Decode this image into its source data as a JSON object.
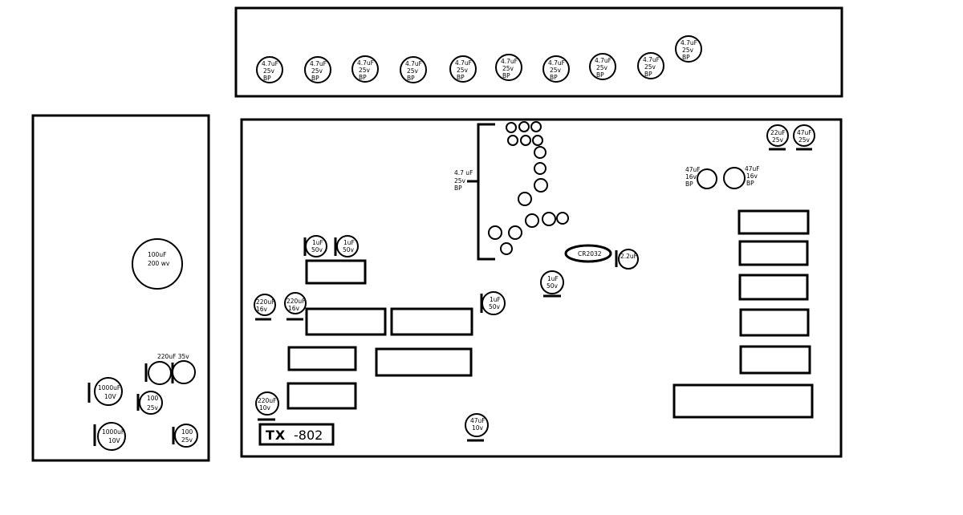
{
  "labels": {
    "top_cap": [
      "4.7uF",
      "25v",
      "BP"
    ],
    "group_cap": [
      "4.7 uF",
      "25v",
      "BP"
    ],
    "cap_100uF": [
      "100uF",
      "200 wv"
    ],
    "cap_220uF_35v": "220uF 35v",
    "cap_1000uF_a": [
      "1000uF",
      "10V"
    ],
    "cap_1000uF_b": [
      "1000uF",
      "10V"
    ],
    "cap_100_a": [
      "100",
      "25v"
    ],
    "cap_100_b": [
      "100",
      "25v"
    ],
    "cap_1uF_a": [
      "1uF",
      "50v"
    ],
    "cap_1uF_b": [
      "1uF",
      "50v"
    ],
    "cap_1uF_c": [
      "1uF",
      "50v"
    ],
    "cap_1uF_d": [
      "1uF",
      "50v"
    ],
    "cap_220uF_16v_a": [
      "220uF",
      "16v"
    ],
    "cap_220uF_16v_b": [
      "220uF",
      "16v"
    ],
    "cap_220uF_10v": [
      "220uF",
      "10v"
    ],
    "cap_47uF_10v": [
      "47uF",
      "10v"
    ],
    "cap_2_2uF": "2.2uF",
    "battery": "CR2032",
    "cap_22uF": [
      "22uF",
      "25v"
    ],
    "cap_47uF_25v": [
      "47uF",
      "25v"
    ],
    "cap_47uF_16v_a": [
      "47uF",
      "16v",
      "BP"
    ],
    "cap_47uF_16v_b": [
      "47uF",
      "16v",
      "BP"
    ],
    "logo_glyph": "TX",
    "logo_number": "-802"
  }
}
